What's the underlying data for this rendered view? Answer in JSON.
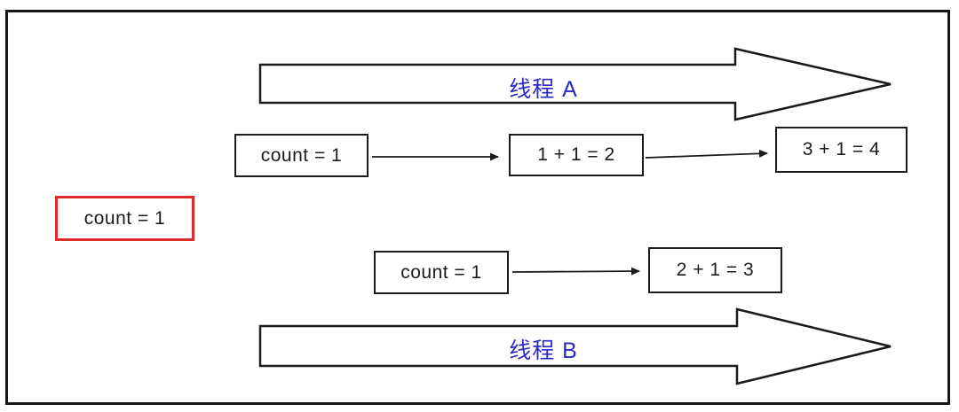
{
  "diagram": {
    "title_hidden": "",
    "thread_a": {
      "label": "线程 A",
      "boxes": [
        {
          "text": "count = 1"
        },
        {
          "text": "1 + 1 = 2"
        },
        {
          "text": "3 + 1 = 4"
        }
      ]
    },
    "shared_variable": {
      "text": "count = 1"
    },
    "thread_b": {
      "label": "线程 B",
      "boxes": [
        {
          "text": "count = 1"
        },
        {
          "text": "2 + 1 = 3"
        }
      ]
    },
    "colors": {
      "line": "#1a1a1a",
      "thread_label_text": "#2a2ac8",
      "highlight_border": "#dd2c2c",
      "background": "#ffffff"
    }
  }
}
